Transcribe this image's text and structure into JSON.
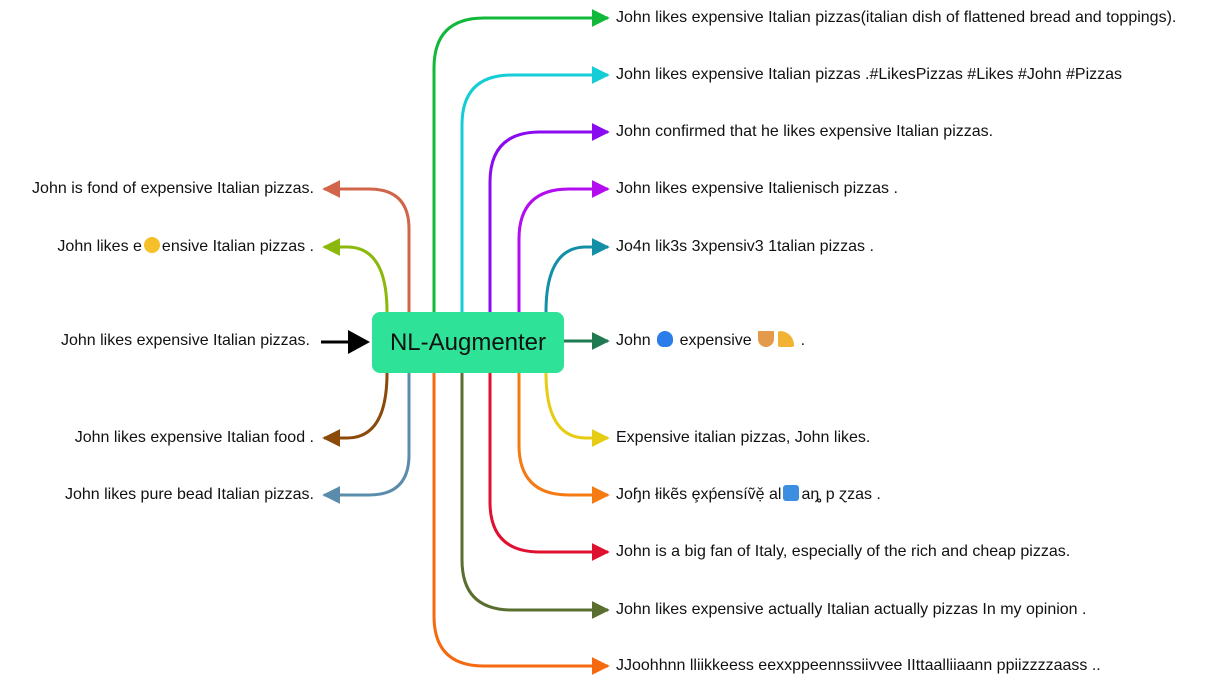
{
  "center": {
    "label": "NL-Augmenter"
  },
  "input": {
    "text": "John likes expensive Italian pizzas."
  },
  "right_outputs": [
    {
      "text": "John likes expensive Italian pizzas(italian dish of flattened bread and toppings).",
      "color": "#12b83a"
    },
    {
      "text": "John likes expensive Italian pizzas .#LikesPizzas #Likes #John #Pizzas",
      "color": "#14cdd6"
    },
    {
      "text": "John confirmed that he likes expensive Italian pizzas.",
      "color": "#8a0bf0"
    },
    {
      "text": "John likes expensive Italienisch pizzas .",
      "color": "#b30cf0"
    },
    {
      "text": "Jo4n lik3s 3xpensiv3 1talian pizzas .",
      "color": "#148fa8"
    },
    {
      "text_before": "John",
      "text_after": "expensive",
      "text_end": ".",
      "icons": [
        "blue-heart-icon",
        "spaghetti-icon",
        "pizza-icon"
      ],
      "color": "#1f7a52"
    },
    {
      "text": "Expensive italian pizzas, John likes.",
      "color": "#e6cc12"
    },
    {
      "text_before": "Joɧn łikẽs ȩxṕensíṽẹ̌    al",
      "text_after": "aȵ p  ɀzas .",
      "icons": [
        "info-icon"
      ],
      "color": "#f57a12"
    },
    {
      "text": "John is a big fan of Italy, especially of the rich and cheap pizzas.",
      "color": "#e01030"
    },
    {
      "text": "John likes expensive actually Italian actually pizzas In my opinion .",
      "color": "#5a6e30"
    },
    {
      "text": "JJoohhnn  lliikkeess  eexxppeennssiivvee  IIttaalliiaann  ppiizzzzaass ..",
      "color": "#f56a10"
    }
  ],
  "left_outputs": [
    {
      "text": "John is fond of expensive Italian pizzas.",
      "color": "#d0654b"
    },
    {
      "text_before": "John likes e",
      "text_after": "ensive Italian pizzas .",
      "icons": [
        "tongue-face-icon"
      ],
      "color": "#8cb80c"
    },
    {
      "text": "John likes expensive Italian food .",
      "color": "#8c4a0a"
    },
    {
      "text": "John likes pure bead Italian pizzas.",
      "color": "#5b8cac"
    }
  ]
}
